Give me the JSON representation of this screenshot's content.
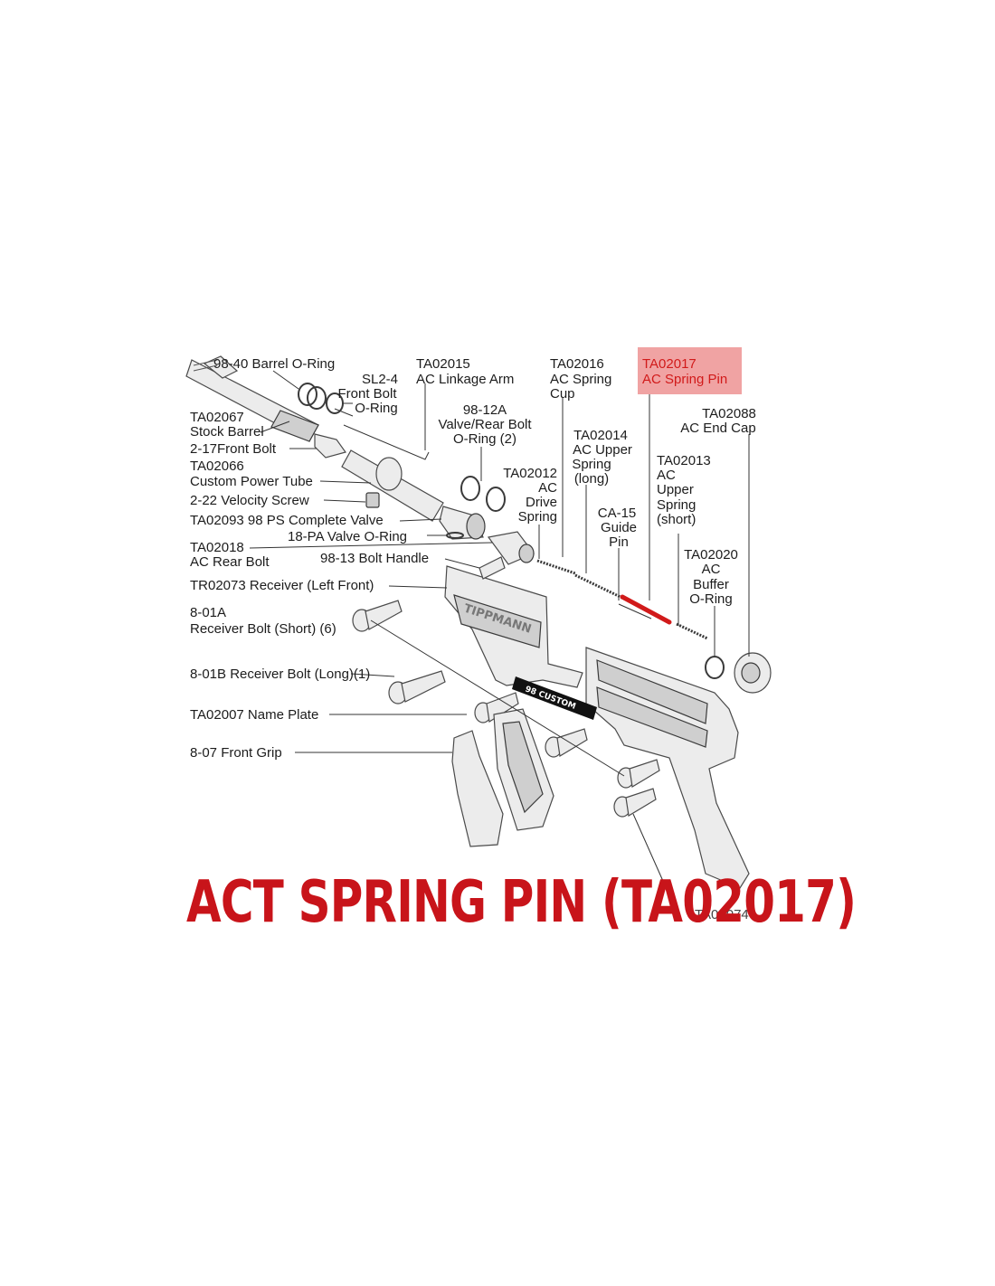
{
  "labels": {
    "barrel_oring": "98-40 Barrel O-Ring",
    "linkage_num": "TA02015",
    "linkage_name": "AC Linkage Arm",
    "spring_cup_num": "TA02016",
    "spring_cup_name1": "AC Spring",
    "spring_cup_name2": "Cup",
    "spring_pin_num": "TA02017",
    "spring_pin_name": "AC Spring Pin",
    "front_bolt_oring1": "SL2-4",
    "front_bolt_oring2": "Front Bolt",
    "front_bolt_oring3": "O-Ring",
    "valve_oring1": "98-12A",
    "valve_oring2": "Valve/Rear Bolt",
    "valve_oring3": "O-Ring (2)",
    "end_cap_num": "TA02088",
    "end_cap_name": "AC End Cap",
    "stock_barrel_num": "TA02067",
    "stock_barrel_name": "Stock Barrel",
    "front_bolt": "2-17Front Bolt",
    "upper_long1": "TA02014",
    "upper_long2": "AC Upper",
    "upper_long3": "Spring",
    "upper_long4": "(long)",
    "power_tube_num": "TA02066",
    "power_tube_name": "Custom Power Tube",
    "drive_spring1": "TA02012",
    "drive_spring2": "AC",
    "drive_spring3": "Drive",
    "drive_spring4": "Spring",
    "upper_short1": "TA02013",
    "upper_short2": "AC",
    "upper_short3": "Upper",
    "upper_short4": "Spring",
    "upper_short5": "(short)",
    "velocity_screw": "2-22 Velocity Screw",
    "complete_valve": "TA02093 98 PS Complete Valve",
    "guide_pin1": "CA-15",
    "guide_pin2": "Guide",
    "guide_pin3": "Pin",
    "valve_oring_pa": "18-PA Valve O-Ring",
    "rear_bolt_num": "TA02018",
    "rear_bolt_name": "AC Rear Bolt",
    "bolt_handle": "98-13 Bolt Handle",
    "buffer1": "TA02020",
    "buffer2": "AC",
    "buffer3": "Buffer",
    "buffer4": "O-Ring",
    "receiver_lf": "TR02073 Receiver (Left Front)",
    "recv_bolt_short_num": "8-01A",
    "recv_bolt_short_name": "Receiver Bolt (Short) (6)",
    "recv_bolt_long": "8-01B Receiver Bolt (Long)(1)",
    "name_plate": "TA02007 Name Plate",
    "front_grip": "8-07 Front Grip",
    "nameplate_text": "98 CUSTOM",
    "receiver_brand": "TIPPMANN",
    "bottom_partial": "TA02074"
  },
  "caption": "ACT SPRING PIN (TA02017)",
  "colors": {
    "highlight": "#f0a3a3",
    "caption": "#c8141a",
    "pin": "#d11a1a"
  }
}
